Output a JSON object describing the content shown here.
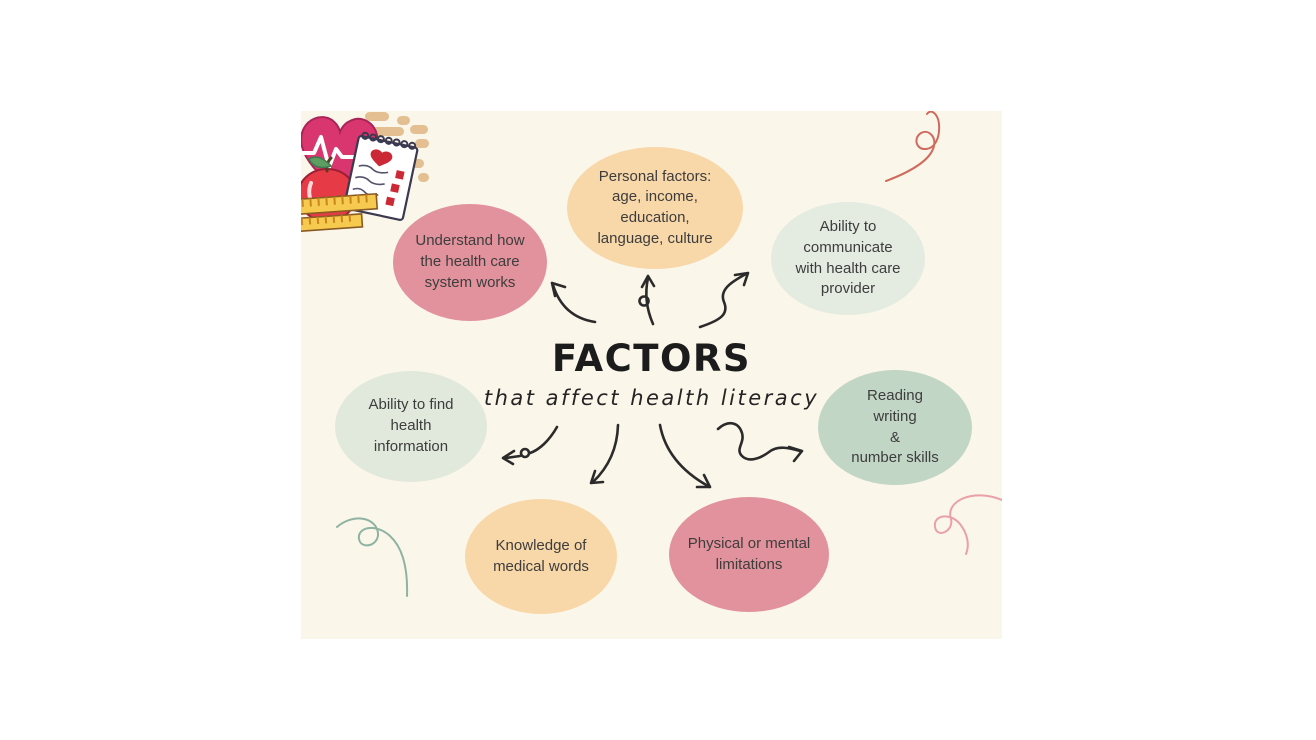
{
  "page": {
    "background": "#ffffff"
  },
  "card": {
    "background": "#fbf6ea"
  },
  "title": {
    "main": "FACTORS",
    "subtitle": "that affect health literacy",
    "color": "#1c1c1c"
  },
  "bubbles": [
    {
      "name": "personal-factors",
      "label": "Personal factors:\nage, income,\neducation,\nlanguage, culture",
      "fill": "#f8d7a9"
    },
    {
      "name": "understand-system",
      "label": "Understand how\nthe health care\nsystem works",
      "fill": "#e2929c"
    },
    {
      "name": "communicate-provider",
      "label": "Ability to\ncommunicate\nwith health care\nprovider",
      "fill": "#e4ebe1"
    },
    {
      "name": "find-information",
      "label": "Ability to find\nhealth\ninformation",
      "fill": "#e0e9dc"
    },
    {
      "name": "reading-writing",
      "label": "Reading\nwriting\n&\nnumber skills",
      "fill": "#c2d6c6"
    },
    {
      "name": "medical-words",
      "label": "Knowledge of\nmedical words",
      "fill": "#f8d7a9"
    },
    {
      "name": "physical-mental",
      "label": "Physical or mental\nlimitations",
      "fill": "#e2929c"
    }
  ],
  "decorations": {
    "health_illustration": "heart-ekg-notepad-apple-measuring-tape",
    "squiggle_top_right_color": "#cf6a5d",
    "squiggle_bottom_right_color": "#e9a0a6",
    "squiggle_bottom_left_color": "#8fb3a2",
    "dash_color": "#e3bf92",
    "heart_color": "#d9356f",
    "apple_color": "#e63b47",
    "tape_color": "#f6c94f"
  },
  "arrows": {
    "color": "#2b2b2b",
    "count": 7
  }
}
